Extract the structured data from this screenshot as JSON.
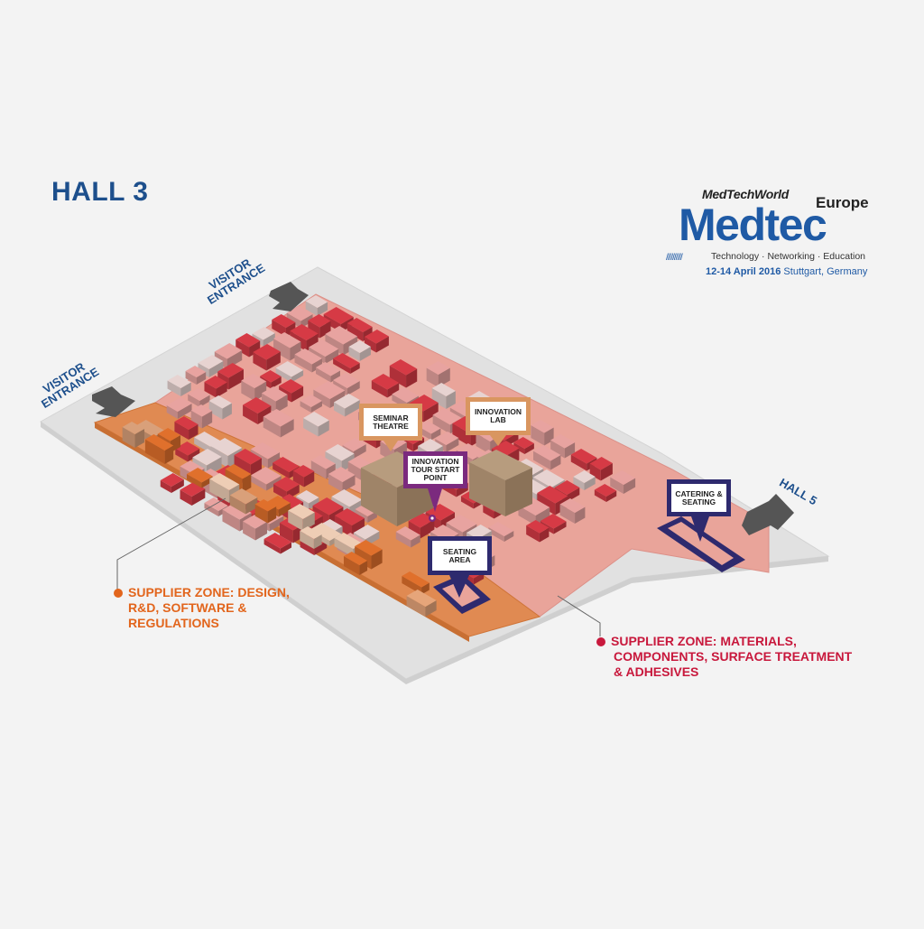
{
  "hall": {
    "title": "HALL 3"
  },
  "logo": {
    "brand_top": "MedTechWorld",
    "region": "Europe",
    "name": "Medtec",
    "stripes": "//////////",
    "tagline": "Technology · Networking · Education",
    "dates_bold": "12-14 April 2016",
    "dates_rest": " Stuttgart, Germany"
  },
  "entrances": {
    "upper": {
      "line1": "VISITOR",
      "line2": "ENTRANCE"
    },
    "left": {
      "line1": "VISITOR",
      "line2": "ENTRANCE"
    }
  },
  "exit": {
    "label": "HALL 5"
  },
  "pins": {
    "seminar": {
      "line1": "SEMINAR",
      "line2": "THEATRE",
      "color": "#d99660"
    },
    "innovation_lab": {
      "line1": "INNOVATION",
      "line2": "LAB",
      "color": "#d99660"
    },
    "tour": {
      "line1": "INNOVATION",
      "line2": "TOUR START",
      "line3": "POINT",
      "color": "#7b2a7e"
    },
    "seating": {
      "line1": "SEATING",
      "line2": "AREA",
      "color": "#2e2a6e"
    },
    "catering": {
      "line1": "CATERING &",
      "line2": "SEATING",
      "color": "#2e2a6e"
    }
  },
  "zones": {
    "design": {
      "zone": "SUPPLIER ZONE:",
      "rest1": " DESIGN,",
      "line2": "R&D, SOFTWARE &",
      "line3": "REGULATIONS",
      "color": "#e2651c"
    },
    "materials": {
      "zone": "SUPPLIER ZONE:",
      "rest1": " MATERIALS,",
      "line2": "COMPONENTS, SURFACE TREATMENT",
      "line3": "& ADHESIVES",
      "color": "#c8183c"
    }
  },
  "colors": {
    "floor": "#e1e1e1",
    "hall_red_floor": "#e9a49a",
    "orange_floor": "#e08a52",
    "booth_red": "#d63a45",
    "booth_pink": "#e8a3a0",
    "booth_grey": "#e7d3d1",
    "booth_orange": "#e0702c",
    "arrow": "#555555"
  }
}
